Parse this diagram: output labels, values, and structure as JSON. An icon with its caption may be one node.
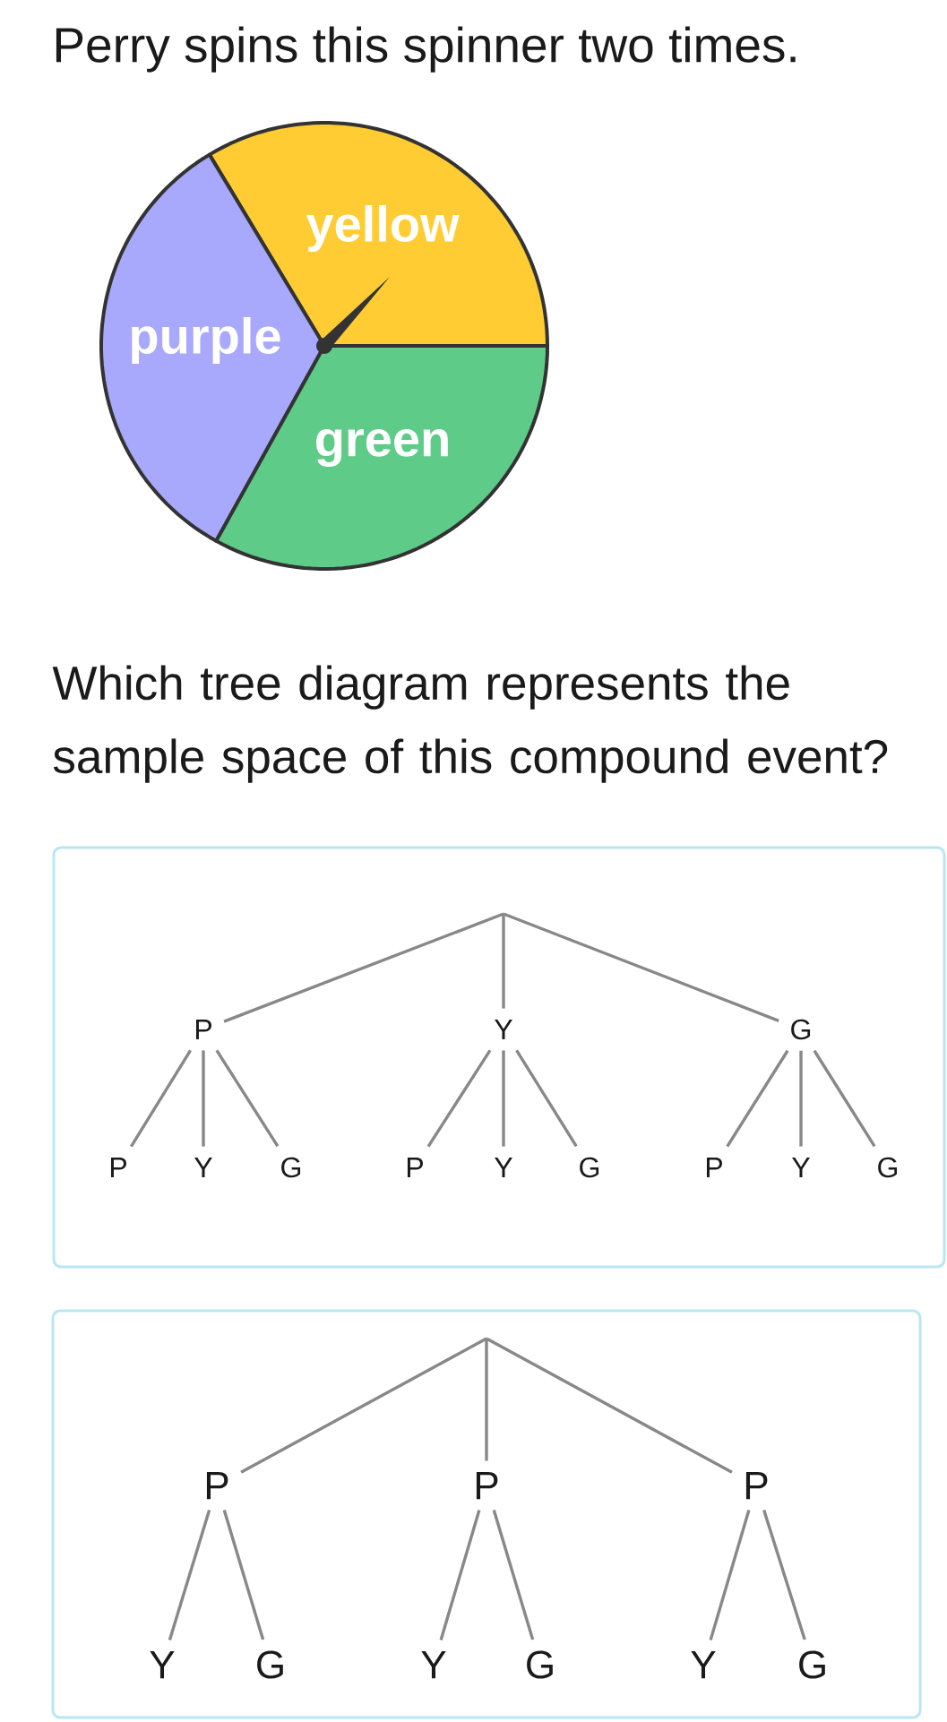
{
  "diagram": {
    "title": "Perry spins this spinner two times.",
    "nodes": [
      {
        "text": [],
        "shape": "box"
      },
      {
        "text": [
          "P"
        ],
        "in": 0
      },
      {
        "text": [
          "Y"
        ],
        "in": 0
      },
      {
        "text": [
          "G"
        ],
        "in": 0
      },
      {
        "text": [
          "P"
        ],
        "in": 0
      },
      {
        "text": [
          "Y"
        ],
        "in": 0
      },
      {
        "text": [
          "G"
        ],
        "in": 0
      },
      {
        "text": [
          "P"
        ],
        "in": 0
      },
      {
        "text": [
          "Y"
        ],
        "in": 0
      },
      {
        "text": [
          "G"
        ],
        "in": 0
      },
      {
        "text": [
          "P"
        ],
        "in": 0
      },
      {
        "text": [
          "Y"
        ],
        "in": 0
      },
      {
        "text": [
          "G"
        ],
        "in": 0
      },
      {
        "text": [],
        "shape": "box"
      },
      {
        "text": [
          "P"
        ],
        "in": 13
      },
      {
        "text": [
          "P"
        ],
        "in": 13
      },
      {
        "text": [
          "P"
        ],
        "in": 13
      },
      {
        "text": [
          "Y"
        ],
        "in": 13
      },
      {
        "text": [
          "G"
        ],
        "in": 13
      },
      {
        "text": [
          "Y"
        ],
        "in": 13
      },
      {
        "text": [
          "G"
        ],
        "in": 13
      },
      {
        "text": [
          "Y"
        ],
        "in": 13
      },
      {
        "text": [
          "G"
        ],
        "in": 13
      }
    ],
    "edges": [
      {
        "from": null,
        "to": 1,
        "arrow": "none"
      },
      {
        "from": null,
        "to": 2,
        "arrow": "none"
      },
      {
        "from": null,
        "to": 3,
        "arrow": "none"
      },
      {
        "from": 1,
        "to": 4,
        "arrow": "none"
      },
      {
        "from": 1,
        "to": 5,
        "arrow": "none"
      },
      {
        "from": 1,
        "to": 6,
        "arrow": "none"
      },
      {
        "from": 2,
        "to": 7,
        "arrow": "none"
      },
      {
        "from": 2,
        "to": 8,
        "arrow": "none"
      },
      {
        "from": 2,
        "to": 9,
        "arrow": "none"
      },
      {
        "from": 3,
        "to": 10,
        "arrow": "none"
      },
      {
        "from": 3,
        "to": 11,
        "arrow": "none"
      },
      {
        "from": 3,
        "to": 12,
        "arrow": "none"
      },
      {
        "from": null,
        "to": 14,
        "arrow": "none"
      },
      {
        "from": null,
        "to": 15,
        "arrow": "none"
      },
      {
        "from": null,
        "to": 16,
        "arrow": "none"
      },
      {
        "from": 14,
        "to": 17,
        "arrow": "none"
      },
      {
        "from": 14,
        "to": 18,
        "arrow": "none"
      },
      {
        "from": 15,
        "to": 19,
        "arrow": "none"
      },
      {
        "from": 15,
        "to": 20,
        "arrow": "none"
      },
      {
        "from": 16,
        "to": 21,
        "arrow": "none"
      },
      {
        "from": 16,
        "to": 22,
        "arrow": "none"
      }
    ],
    "labels": [
      "yellow",
      "purple",
      "green",
      "Which tree diagram represents the sample space of this compound event?"
    ]
  }
}
